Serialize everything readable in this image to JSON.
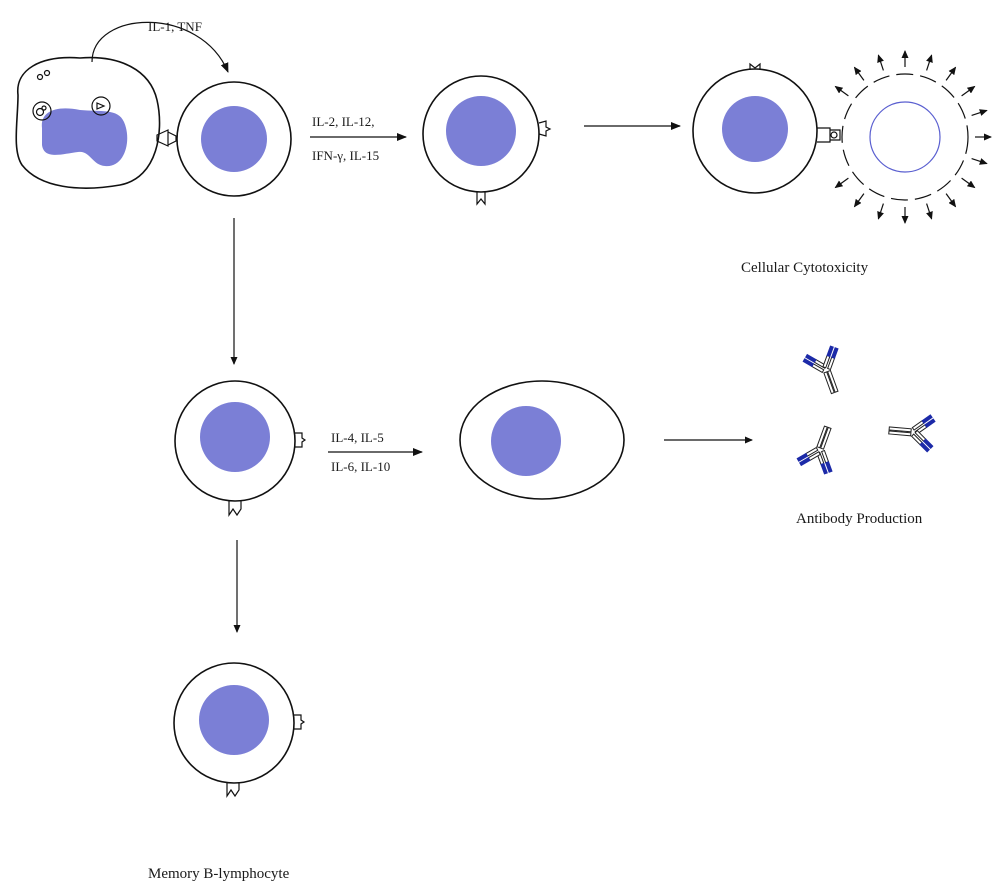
{
  "colors": {
    "nucleus": "#7b7fd6",
    "antibody_heavy": "#1c2aa8",
    "line": "#111111",
    "target_ring": "#5a5fd0"
  },
  "labels": {
    "il1_tnf": "IL-1, TNF",
    "t_cytokines_line1": "IL-2, IL-12,",
    "t_cytokines_line2": "IFN-γ, IL-15",
    "b_cytokines_line1": "IL-4, IL-5",
    "b_cytokines_line2": "IL-6, IL-10",
    "cellular_cytotoxicity": "Cellular Cytotoxicity",
    "antibody_production": "Antibody Production",
    "memory_b": "Memory B-lymphocyte"
  },
  "icons": [
    "macrophage",
    "lymphocyte",
    "activated-t-cell",
    "cytotoxic-killing",
    "b-lymphocyte",
    "plasma-cell",
    "antibody",
    "memory-b-cell"
  ]
}
